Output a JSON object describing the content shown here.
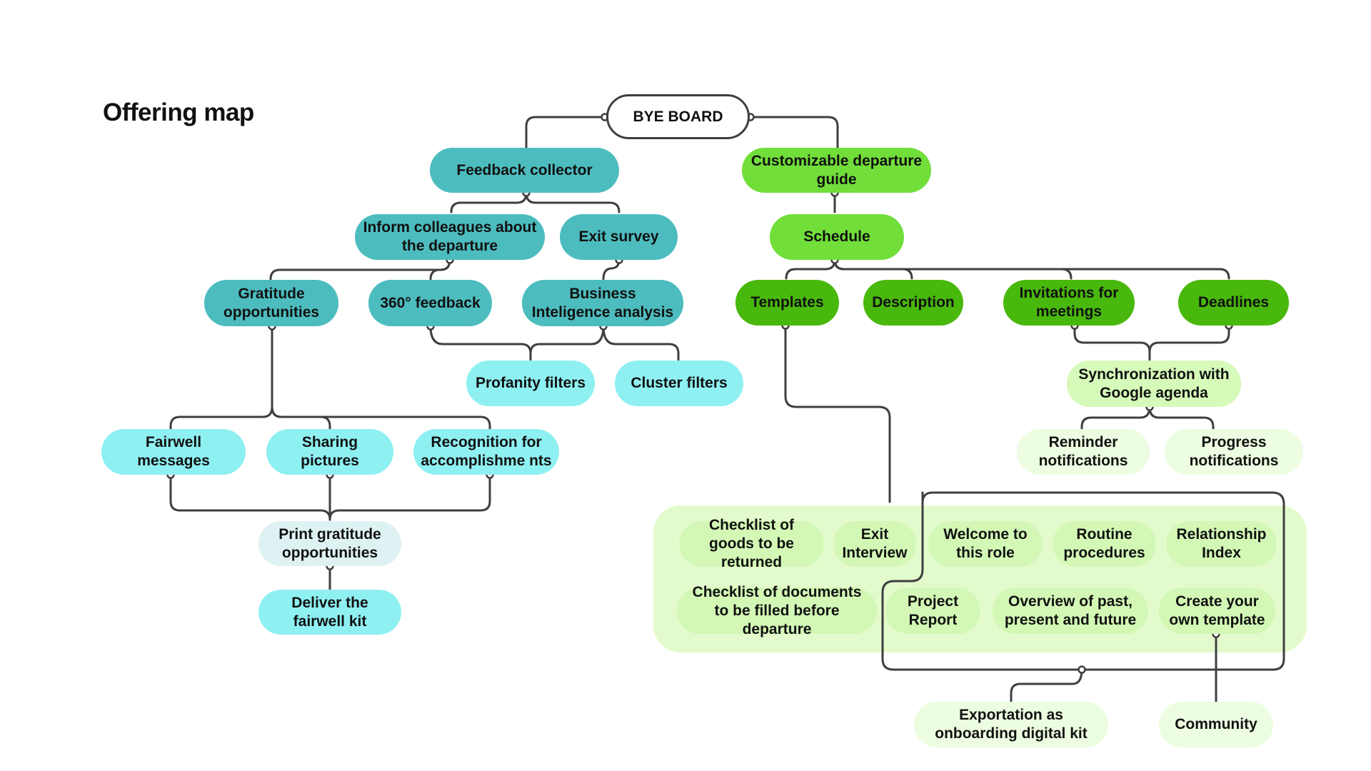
{
  "title": "Offering map",
  "root": "BYE BOARD",
  "nodes": {
    "feedback_collector": "Feedback collector",
    "customizable_departure_guide": "Customizable departure guide",
    "inform_colleagues": "Inform colleagues about the departure",
    "exit_survey": "Exit survey",
    "schedule": "Schedule",
    "gratitude_opportunities": "Gratitude opportunities",
    "feedback_360": "360° feedback",
    "business_intelligence": "Business Inteligence analysis",
    "templates": "Templates",
    "description": "Description",
    "invitations": "Invitations for meetings",
    "deadlines": "Deadlines",
    "profanity_filters": "Profanity filters",
    "cluster_filters": "Cluster filters",
    "synchronization": "Synchronization with Google agenda",
    "fairwell_messages": "Fairwell messages",
    "sharing_pictures": "Sharing pictures",
    "recognition": "Recognition for accomplishme nts",
    "reminder_notifications": "Reminder notifications",
    "progress_notifications": "Progress notifications",
    "print_gratitude": "Print gratitude opportunities",
    "deliver_kit": "Deliver the fairwell kit",
    "checklist_goods": "Checklist of goods to be returned",
    "exit_interview": "Exit Interview",
    "welcome_role": "Welcome to this role",
    "routine_procedures": "Routine procedures",
    "relationship_index": "Relationship Index",
    "checklist_documents": "Checklist of documents to be filled before departure",
    "project_report": "Project Report",
    "overview": "Overview of past, present and future",
    "create_template": "Create your own template",
    "exportation": "Exportation as onboarding digital kit",
    "community": "Community"
  },
  "colors": {
    "connector": "#3f3f3f",
    "teal": "#4dbcbf",
    "cyan": "#8ff0f2",
    "pale_teal": "#dff2f3",
    "green_light": "#71de3a",
    "green_dark": "#49b80c",
    "green_pale": "#d6fab9",
    "green_whisper": "#ecfde1",
    "template_group_bg": "#e3fbcc"
  }
}
